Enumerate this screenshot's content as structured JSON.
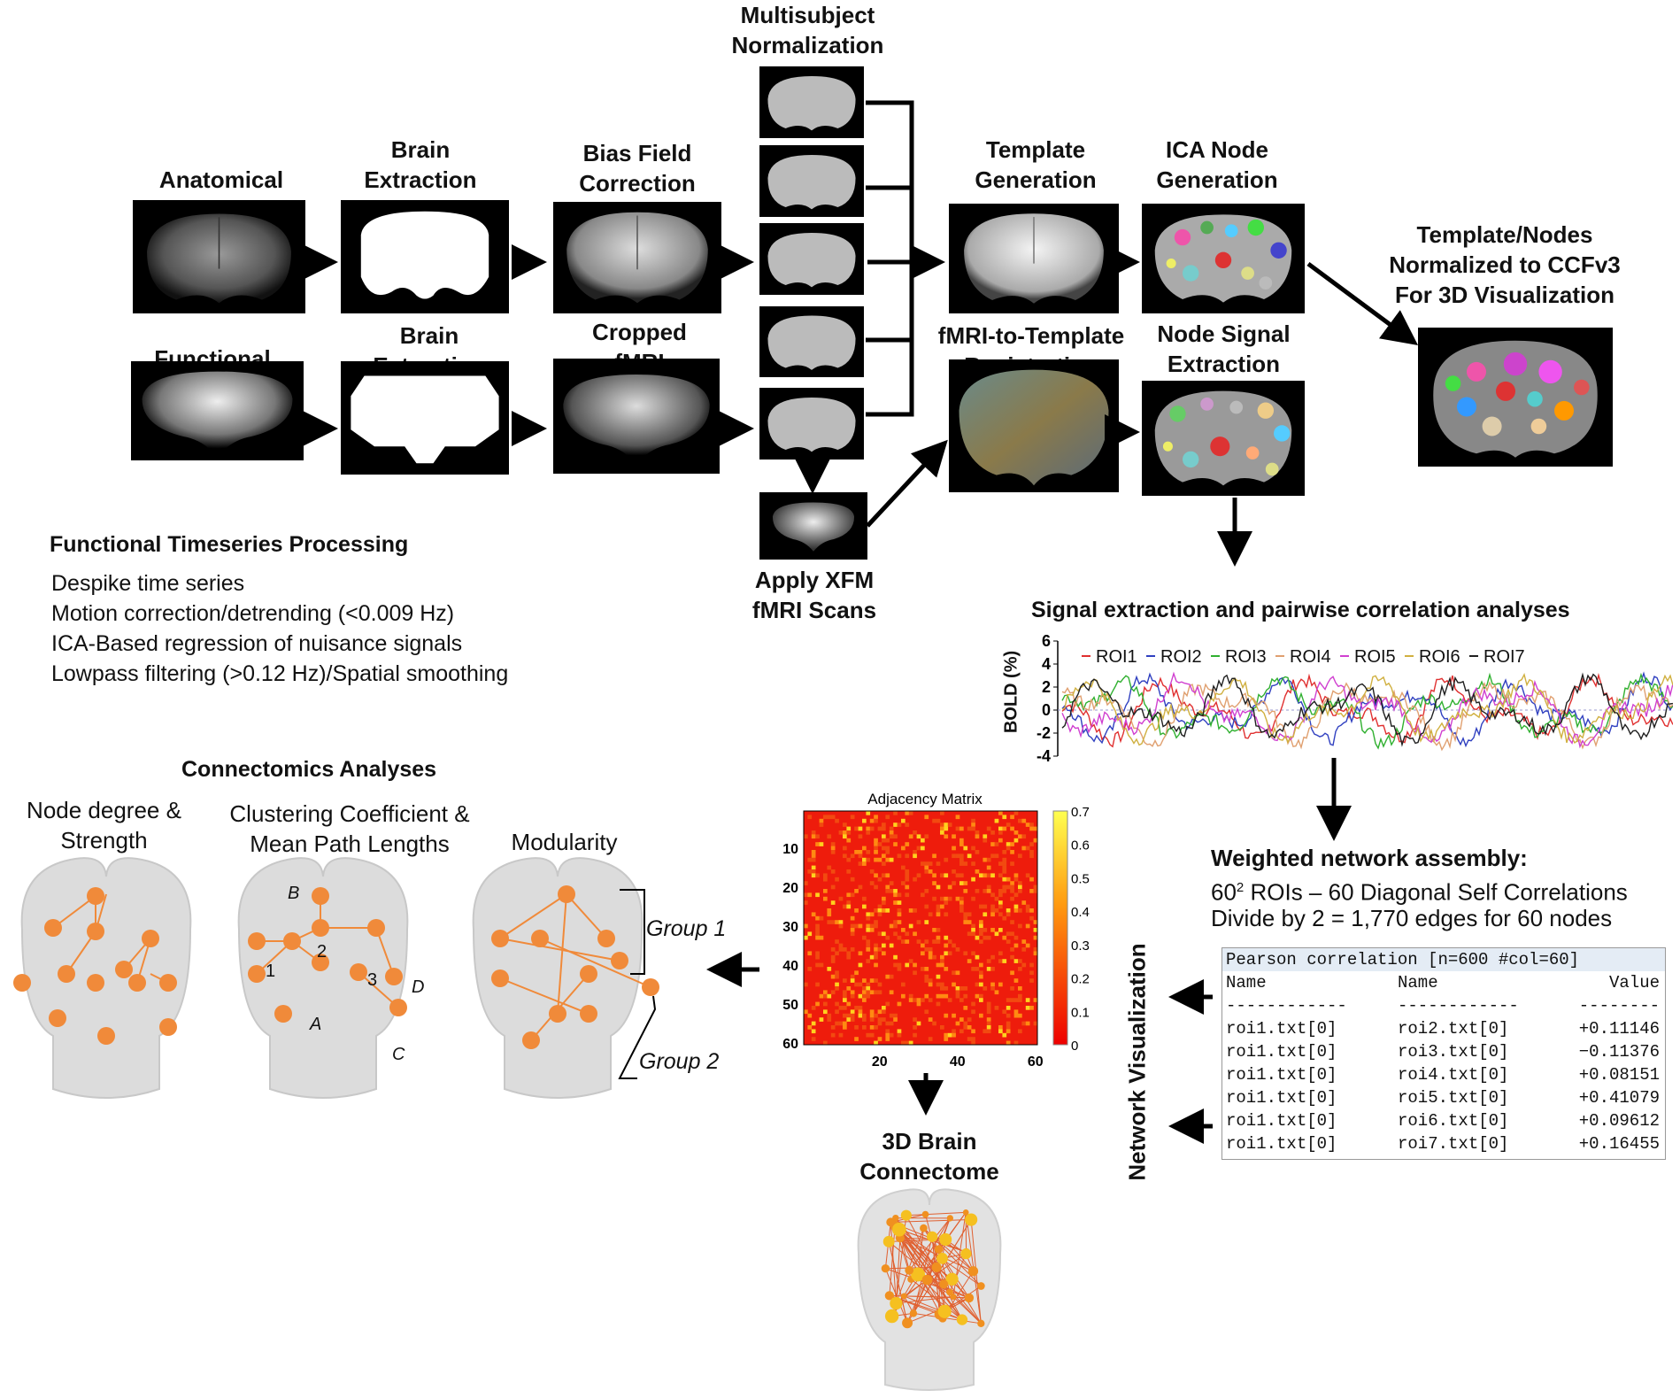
{
  "labels": {
    "anatomical": "Anatomical",
    "brain_extraction": "Brain\nExtraction",
    "bias_field": "Bias Field\nCorrection",
    "multisubject": "Multisubject\nNormalization",
    "template_gen": "Template\nGeneration",
    "ica_node": "ICA Node\nGeneration",
    "template_nodes": "Template/Nodes\nNormalized to CCFv3\nFor 3D Visualization",
    "functional": "Functional",
    "brain_extraction2": "Brain\nExtraction",
    "cropped": "Cropped\nfMRI",
    "fmri_reg": "fMRI-to-Template\nRegistration",
    "node_signal": "Node Signal\nExtraction",
    "apply_xfm": "Apply XFM\nfMRI Scans",
    "connectomics": "Connectomics Analyses",
    "node_degree": "Node degree &\nStrength",
    "clustering": "Clustering Coefficient &\nMean Path Lengths",
    "modularity": "Modularity",
    "group1": "Group 1",
    "group2": "Group 2",
    "brain3d": "3D Brain\nConnectome",
    "network_vis": "Network Visualization",
    "node_letters": [
      "B",
      "1",
      "2",
      "3",
      "D",
      "A",
      "C"
    ]
  },
  "processing": {
    "title": "Functional Timeseries Processing",
    "steps": [
      "Despike time series",
      "Motion correction/detrending (<0.009 Hz)",
      "ICA-Based regression of nuisance signals",
      "Lowpass filtering (>0.12 Hz)/Spatial smoothing"
    ]
  },
  "weighted": {
    "title": "Weighted network assembly:",
    "line1_pre": "60",
    "line1_sup": "2",
    "line1_post": " ROIs – 60  Diagonal Self Correlations",
    "line2": "Divide by 2 = 1,770 edges for 60 nodes"
  },
  "table": {
    "header": "Pearson correlation [n=600 #col=60]",
    "columns": [
      "Name",
      "Name",
      "Value"
    ],
    "dashes": [
      "------------",
      "------------",
      "--------"
    ],
    "rows": [
      [
        "roi1.txt[0]",
        "roi2.txt[0]",
        "+0.11146"
      ],
      [
        "roi1.txt[0]",
        "roi3.txt[0]",
        "−0.11376"
      ],
      [
        "roi1.txt[0]",
        "roi4.txt[0]",
        "+0.08151"
      ],
      [
        "roi1.txt[0]",
        "roi5.txt[0]",
        "+0.41079"
      ],
      [
        "roi1.txt[0]",
        "roi6.txt[0]",
        "+0.09612"
      ],
      [
        "roi1.txt[0]",
        "roi7.txt[0]",
        "+0.16455"
      ]
    ]
  },
  "chart_data": [
    {
      "type": "line",
      "title": "Signal extraction and pairwise correlation analyses",
      "ylabel": "BOLD (%)",
      "ylim": [
        -4,
        6
      ],
      "yticks": [
        6,
        4,
        2,
        0,
        -2,
        -4
      ],
      "series": [
        {
          "name": "ROI1",
          "color": "#e03030"
        },
        {
          "name": "ROI2",
          "color": "#3040c0"
        },
        {
          "name": "ROI3",
          "color": "#30b030"
        },
        {
          "name": "ROI4",
          "color": "#e0a070"
        },
        {
          "name": "ROI5",
          "color": "#d040d0"
        },
        {
          "name": "ROI6",
          "color": "#d0b040"
        },
        {
          "name": "ROI7",
          "color": "#202020"
        }
      ]
    },
    {
      "type": "heatmap",
      "title": "Adjacency Matrix",
      "xticks": [
        20,
        40,
        60
      ],
      "yticks": [
        10,
        20,
        30,
        40,
        50,
        60
      ],
      "colorbar_ticks": [
        "0.7",
        "0.6",
        "0.5",
        "0.4",
        "0.3",
        "0.2",
        "0.1",
        "0"
      ],
      "size": 60
    }
  ]
}
